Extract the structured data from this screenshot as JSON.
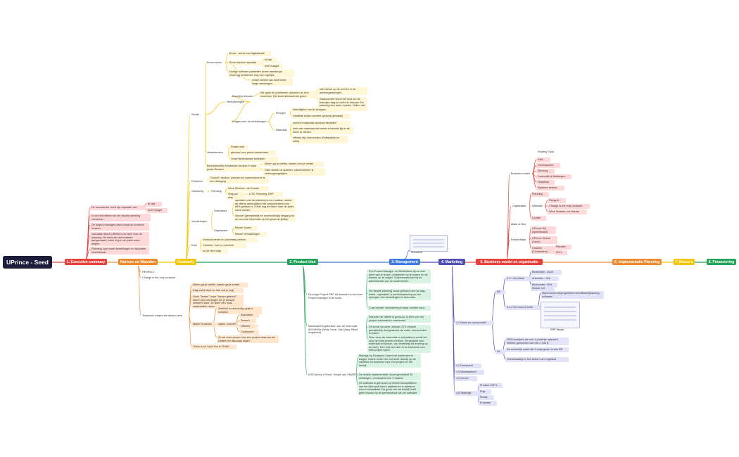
{
  "root": "UPrince - Seed",
  "colors": {
    "red": "#e8413b",
    "orange": "#ee8a2e",
    "yellow": "#f2c500",
    "green": "#23a35a",
    "blue": "#3d7be0",
    "indigo": "#4f4fb6"
  },
  "main": [
    "1. Executive summary",
    "Normen en Waarden",
    "Goddeefy",
    "2. Product idee",
    "3. Management",
    "4. Marketing",
    "5. Business model en organisatie",
    "6. Implementatie Planning",
    "7. Risico's",
    "8. Financiering"
  ],
  "exec": [
    "De bouwsector heeft zijn reputatie van",
    "te laat",
    "over budget",
    "In cr/e.ed hebben we de visuele planning verzamen.",
    "De project manager plant vooraf de kroeke/n klussen.",
    "calculatie direct (offerte) is de start voor de planning. De facts zijn automatisch aangemaakt, enkel nog in de juiste week slepen.",
    "Planning voor zowel bestellingen en facturatie beschikbaar."
  ],
  "normen": [
    "RESPECT",
    "Change is the only constant",
    "Teamwork makes the dream work"
  ],
  "team": [
    "Alleen ga je sneller, samen ga je verder",
    "Dag wat je doet en doe wat je zegt",
    "Geen \"fouten\" maar \"lessen geleerd\": fouten zijn leerdingen die je bewust verkeerd doet. Ze doen een nood vakkeurdich naam.",
    "Maker is samen",
    "Zeelt/wil is eenvoudig, grijs is complex",
    "Zo we onze peoen voor een project waarvan we vinden het discussie staat?",
    "There is no I and You in TEAM",
    "zaken, hoeveel",
    "Afspraken",
    "Demo's",
    "Offertes",
    "Contracten"
  ],
  "god": [
    "Bouw sector",
    "Bouw : stress van digitalisatie",
    "Bouw slechte reputatie",
    "te laat",
    "over budget",
    "Nodige software pakketten (meer aanelange ervaring) problemen nog van ergelijks",
    "Zowel sleinen dat hard werkt, lange werkdagen.",
    "Werkvlieringen",
    "Brandjes blussen",
    "We gaan de problemen oplossen as zich voordoen. Het komt allemaal wel goed.",
    "veel stress op de werf en in de werfvergaderingen",
    "Zaakvoerder wordt het mus om de brandjes dag en nacht te blussen. De planning een beter moeten. Willen niet meer groeien",
    "Vragen over de werkfirengen",
    "Ploegen",
    "Wachttijden van de ploegen",
    "Gestfilde fouten worden opnieuw gemaakt",
    "Materiaal",
    "verloren materiaal opnieuw bestellen",
    "Veel niet materiaal die teveel is besteld ligt to de stock te vliezen",
    "offisten bij Leveranciers (Suffakatien en edits)",
    "Struikt",
    "Nederlanders",
    "Praten veel",
    "geboeid voor prima bandelzaes",
    "Grote Nederlandse bedrijven",
    "Bereodekzeite Amsterdam is bijna 5 maal groter Brussel",
    "Alleen ga je sneller, samen kom je verder",
    "Hard werken is opletten, samenwerken is verhoogmogelijken.",
    "Probleem",
    "\"Vooruit\" denken, plannen en communiceren is een uitdaging",
    "Oplossing",
    "Planning",
    "Werk Slimmer, niet Harder",
    "Stap per stap",
    "GTD, Planning, ERP",
    "Voorkeringen",
    "Gebruikers",
    "opmaken van de planning is een makkie, omdat de offerte automatisch het computerwerk voor 80% gedaan is. Enkel nog de fasen naar de juiste week slepen.",
    "Visueel (gemakkelijk en overzichtelijk) toegang tot de correcte informatie op het gewenst tijdstip",
    "Organisatie",
    "Minder fouten",
    "Minder verzakkingen",
    "Doel",
    "Gestructureerd en planmatig werken",
    "Controle, rust en overzicht",
    "en de rest volgt"
  ],
  "product": [
    "Een Project Manager en Werfleiders zijn al vele jaren aan le leuren, problemen op te lossen en de werken op te volgen. Onderstaand kan hij de administratie van de ondernemen.",
    "De enige Project ERP die bedacht is door een Project manager in de bouw",
    "De visuele planning wordt gebruikt voor de dag-, week-, capaciteit- & portfolioplanning en het opvolgen van bestellingen en facturatie.",
    "\"Last minute\" verandering is waar comfort zone.",
    "Maximaal hergebruiken van de informatie W/O/H/M/e (Write Once, Use Many, Read Anywhere)",
    "Wanneer de offerte is gevuurd, is 80% van het project automatisch voorbereid.",
    "Dit wordt via onze Outlook GTD module gemakkelijk doorgestuurd via mails, documenten en taken.",
    "Plus: eens de informatie in het platform wordt het voor het hele proces controle. hergebruikt (van materiaal tot factuur, van bestelling tot levering op de werf). Een fout kan later in de toekomst mee elke project lopen.",
    "KISS (Keep It Short, Simple and SMART)",
    "Manage by Exception Zowel het dashboard in wagen, iedere week een overzicht dankzij op de cashflow en business voor een project en het bedrijf.",
    "De mobile implementatie stuurt gemiddeld 15 meldingen, versimpeld over 2 maand.",
    "De software is gebouwd op meiwe bouwplatform van het Microsoft Azure platform en is daardoor enorm schaalbaar. De groei van het bedrijf heeft geen invloed op de performance van de software"
  ],
  "management": [
    "Overzicht"
  ],
  "marketing": [
    "4.1 Markt en concurrentie",
    "BE",
    "4.1.1 De Markt",
    "Bedienden : 200K",
    "Arbeiders : 90K",
    "Bestuurder: 30%",
    "Klasse 4-8",
    "4.1.2 De Concurrentie",
    "https://www.easyergebieter.be/software/planning-software/",
    "ERP Weyer",
    "NL",
    "2500 bedrijven die min-1 publieke opdracht hebben gewonnen van min 1 mio $",
    "Vermoedelijk markt die 5 maal groter is dan BE",
    "Voorbelaatdijk in het zuiden van engeland",
    "4.2 Doelmarkt",
    "4.3 Marktaanbod",
    "4.4 Omzet",
    "4.5 Strategie",
    "Product USP's",
    "Prijs",
    "Plaats",
    "Promotie"
  ],
  "business": [
    "Floating Topic",
    "Business model",
    "R&D",
    "Development",
    "Werkorg",
    "Facturatie & Betalingen",
    "Helpdesk",
    "Systeem beheer",
    "Organisatie",
    "Planning",
    "Waarden",
    "Respect",
    "Change is the only constant",
    "Work Smarter, not Harder",
    "Locatie",
    "Make or Buy",
    "Partnerships",
    "UPrince HQ (speedboost)",
    "UPrince Global (Jacht)",
    "Channel (CV/webfirm)",
    "Reseller",
    "ISV's"
  ]
}
